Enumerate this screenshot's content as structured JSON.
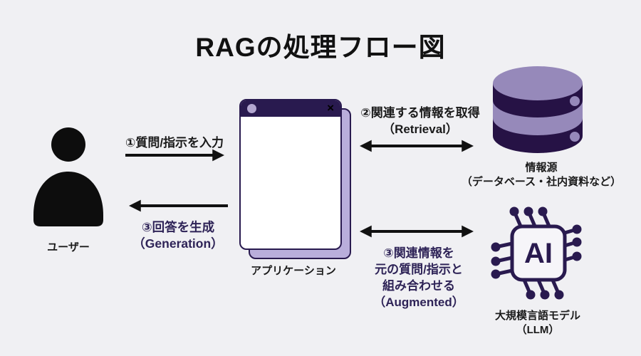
{
  "title": "RAGの処理フロー図",
  "colors": {
    "background": "#f0f0f3",
    "text_black": "#1a1a1a",
    "text_purple": "#2e2357",
    "shape_black": "#0d0d0d",
    "dark_purple": "#291a4f",
    "db_dark": "#261245",
    "db_light": "#9689ba",
    "window_shadow": "#b9aedb",
    "window_dot": "#b3a7d0",
    "arrow_black": "#111111"
  },
  "nodes": {
    "user": {
      "icon": "user-icon",
      "label": "ユーザー"
    },
    "application": {
      "icon": "app-window-icon",
      "label": "アプリケーション",
      "close_glyph": "×"
    },
    "datasource": {
      "icon": "database-icon",
      "label_line1": "情報源",
      "label_line2": "（データベース・社内資料など）"
    },
    "llm": {
      "icon": "ai-chip-icon",
      "chip_text": "AI",
      "label_line1": "大規模言語モデル",
      "label_line2": "（LLM）"
    }
  },
  "flows": {
    "input": {
      "label": "①質問/指示を入力",
      "direction": "user→application"
    },
    "retrieval": {
      "label_line1": "②関連する情報を取得",
      "label_line2": "（Retrieval）",
      "direction": "application↔datasource"
    },
    "generation": {
      "label_line1": "③回答を生成",
      "label_line2": "（Generation）",
      "direction": "application→user"
    },
    "augmented": {
      "label_line1": "③関連情報を",
      "label_line2": "元の質問/指示と",
      "label_line3": "組み合わせる",
      "label_line4": "（Augmented）",
      "direction": "application↔llm"
    }
  }
}
